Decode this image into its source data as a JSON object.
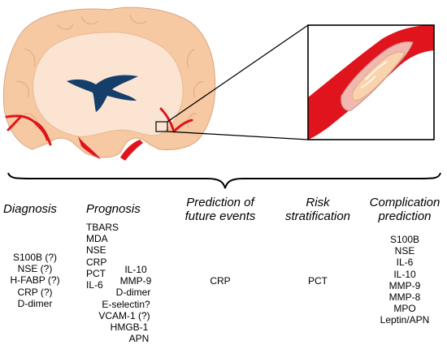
{
  "columns": [
    {
      "id": "diagnosis",
      "heading": [
        "Diagnosis"
      ],
      "items": [
        "S100B (?)",
        "NSE (?)",
        "H-FABP (?)",
        "CRP (?)",
        "D-dimer"
      ]
    },
    {
      "id": "prognosis",
      "heading": [
        "Prognosis"
      ],
      "items_left": [
        "TBARS",
        "MDA",
        "NSE",
        "CRP",
        "PCT",
        "IL-6"
      ],
      "items_right": [
        "IL-10",
        "MMP-9",
        "D-dimer",
        "E-selectin?",
        "VCAM-1 (?)",
        "HMGB-1",
        "APN"
      ]
    },
    {
      "id": "prediction",
      "heading": [
        "Prediction of",
        "future events"
      ],
      "items": [
        "CRP"
      ]
    },
    {
      "id": "risk",
      "heading": [
        "Risk",
        "stratification"
      ],
      "items": [
        "PCT"
      ]
    },
    {
      "id": "complication",
      "heading": [
        "Complication",
        "prediction"
      ],
      "items": [
        "S100B",
        "NSE",
        "IL-6",
        "IL-10",
        "MMP-9",
        "MMP-8",
        "MPO",
        "Leptin/APN"
      ]
    }
  ],
  "colors": {
    "brain_outer": "#f7c9a3",
    "brain_inner": "#fbe5d2",
    "ventricle": "#153e6b",
    "artery": "#e0141c",
    "plaque": "#f2b8b0",
    "plaque_core": "#f9d3ad"
  },
  "icons": [
    "brain-coronal-section",
    "artery-plaque-zoom",
    "curly-brace"
  ]
}
